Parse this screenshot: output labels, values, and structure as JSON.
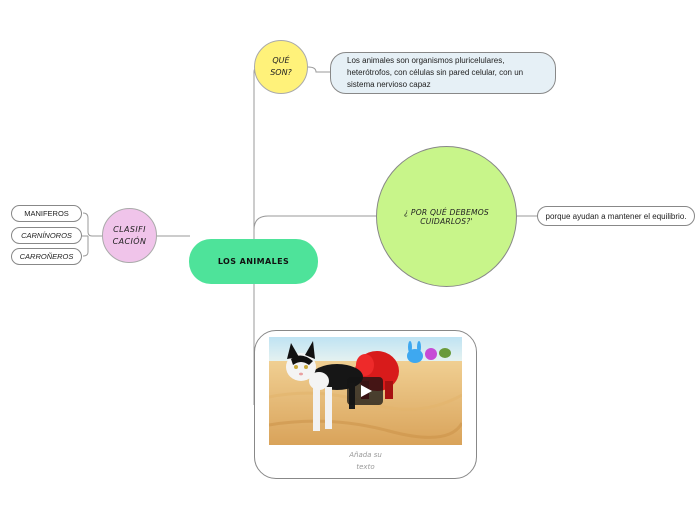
{
  "colors": {
    "central": "#4ee39a",
    "que": "#fff27a",
    "why": "#c8f58a",
    "clasificacion": "#f0c4ea",
    "definition_box": "#e6f0f6",
    "connector": "#9a9a9a"
  },
  "central": {
    "label": "LOS ANIMALES"
  },
  "que_son": {
    "label_line1": "QUÉ",
    "label_line2": "SON?",
    "definition": "Los animales son organismos pluricelulares, heterótrofos, con células sin pared celular, con un sistema nervioso capaz"
  },
  "por_que": {
    "label": "¿ POR QUÉ DEBEMOS CUIDARLOS?'",
    "answer": "porque ayudan a mantener el equilibrio."
  },
  "clasificacion": {
    "label_line1": "CLASIFI",
    "label_line2": "CACIÓN",
    "items": [
      "MANIFEROS",
      "CARNÍNOROS",
      "CARROÑEROS"
    ]
  },
  "media": {
    "caption_line1": "Añada su",
    "caption_line2": "texto",
    "thumbnail_icon": "play-icon"
  }
}
